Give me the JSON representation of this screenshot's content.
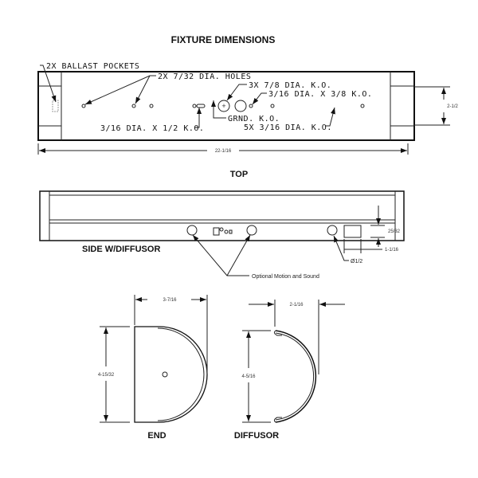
{
  "title": "FIXTURE DIMENSIONS",
  "top_view": {
    "label": "TOP",
    "callouts": {
      "ballast": "2X BALLAST POCKETS",
      "holes": "2X 7/32 DIA. HOLES",
      "ko78": "3X 7/8 DIA. K.O.",
      "ko316x38": "3/16 DIA. X 3/8 K.O.",
      "grnd": "GRND. K.O.",
      "ko316x12": "3/16 DIA. X 1/2 K.O.",
      "ko316": "5X 3/16 DIA. K.O."
    },
    "dim_height": "2-1/2",
    "dim_length": "22-1/16"
  },
  "side_view": {
    "label": "SIDE W/DIFFUSOR",
    "note": "Optional Motion and Sound",
    "dia": "Ø1/2",
    "dim_a": "25/32",
    "dim_b": "1-1/16"
  },
  "end_view": {
    "label": "END",
    "dim_width": "3-7/16",
    "dim_height": "4-15/32"
  },
  "diffusor_view": {
    "label": "DIFFUSOR",
    "dim_width": "2-1/16",
    "dim_height": "4-5/16"
  }
}
